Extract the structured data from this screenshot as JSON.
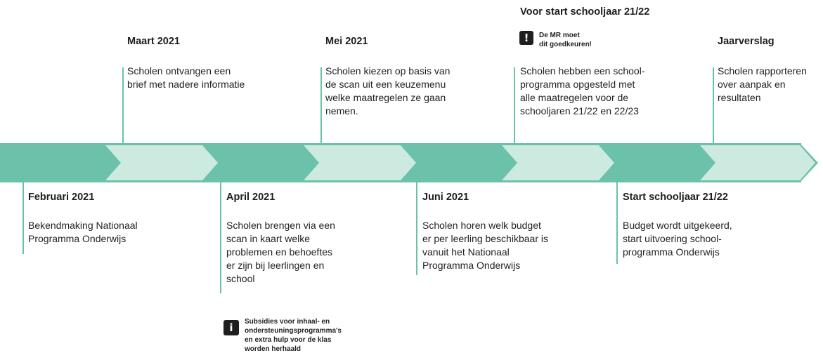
{
  "colors": {
    "band_dark": "#6cc1aa",
    "band_light": "#cdeae0",
    "line": "#6cc1aa"
  },
  "top_events": [
    {
      "title": "Maart 2021",
      "body": "Scholen ontvangen een\nbrief met nadere informatie"
    },
    {
      "title": "Mei 2021",
      "body": "Scholen kiezen op basis van\nde scan uit een keuzemenu\nwelke maatregelen ze gaan\nnemen."
    },
    {
      "title": "Voor start schooljaar 21/22",
      "body": "Scholen hebben een school-\nprogramma opgesteld met\nalle maatregelen voor de\nschooljaren 21/22 en 22/23"
    },
    {
      "title": "Jaarverslag",
      "body": "Scholen rapporteren\nover aanpak en\nresultaten"
    }
  ],
  "bottom_events": [
    {
      "title": "Februari 2021",
      "body": "Bekendmaking Nationaal\nProgramma Onderwijs"
    },
    {
      "title": "April 2021",
      "body": "Scholen brengen via een\nscan in kaart welke\nproblemen en behoeftes\ner zijn bij leerlingen en\nschool"
    },
    {
      "title": "Juni 2021",
      "body": "Scholen horen welk budget\ner per leerling beschikbaar is\nvanuit het Nationaal\nProgramma Onderwijs"
    },
    {
      "title": "Start schooljaar 21/22",
      "body": "Budget wordt uitgekeerd,\nstart uitvoering school-\nprogramma Onderwijs"
    }
  ],
  "notes": {
    "mr": {
      "icon": "exclamation-icon",
      "symbol": "!",
      "text": "De MR moet\ndit goedkeuren!"
    },
    "subsidies": {
      "icon": "info-icon",
      "symbol": "i",
      "text": "Subsidies voor inhaal- en\nondersteuningsprogramma's\nen extra hulp voor de klas\nworden herhaald"
    }
  }
}
